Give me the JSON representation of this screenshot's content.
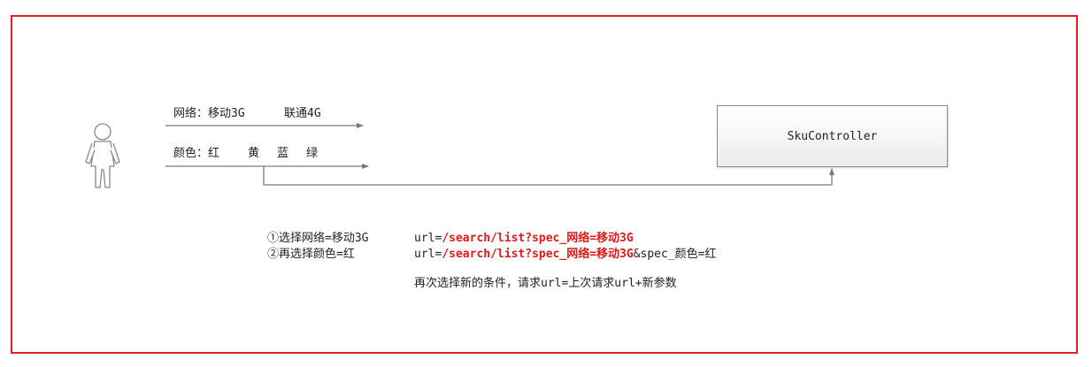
{
  "network_row": {
    "label": "网络：移动3G",
    "option_2": "联通4G"
  },
  "color_row": {
    "label": "颜色：红",
    "option_2": "黄",
    "option_3": "蓝",
    "option_4": "绿"
  },
  "controller_box": {
    "label": "SkuController"
  },
  "steps": [
    {
      "step": "①选择网络=移动3G",
      "url_prefix": "url=",
      "url_highlight": "/search/list?spec_网络=移动3G",
      "url_suffix": ""
    },
    {
      "step": "②再选择颜色=红",
      "url_prefix": "url=",
      "url_highlight": "/search/list?spec_网络=移动3G",
      "url_suffix": "&spec_颜色=红"
    }
  ],
  "summary": "再次选择新的条件，请求url=上次请求url+新参数",
  "colors": {
    "frame": "#e02020",
    "highlight": "#e01818",
    "line": "#7a7a7a"
  }
}
